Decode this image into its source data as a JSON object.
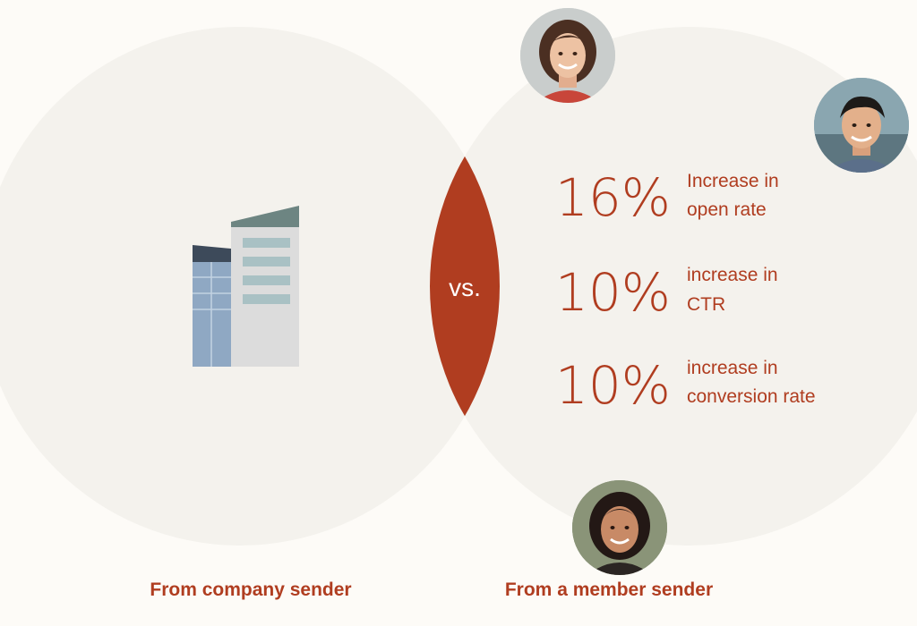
{
  "diagram": {
    "vs_text": "vs.",
    "left_label": "From company sender",
    "right_label": "From a member sender",
    "stats": [
      {
        "value": "16%",
        "line1": "Increase in",
        "line2": "open rate"
      },
      {
        "value": "10%",
        "line1": "increase in",
        "line2": "CTR"
      },
      {
        "value": "10%",
        "line1": "increase in",
        "line2": "conversion rate"
      }
    ],
    "icons": {
      "company": "office-building-icon",
      "members": [
        "person-avatar-woman-icon",
        "person-avatar-man-icon",
        "person-avatar-woman-2-icon"
      ]
    },
    "colors": {
      "accent": "#b03d20",
      "circle": "#f4f2ed",
      "background": "#fdfbf7"
    }
  }
}
